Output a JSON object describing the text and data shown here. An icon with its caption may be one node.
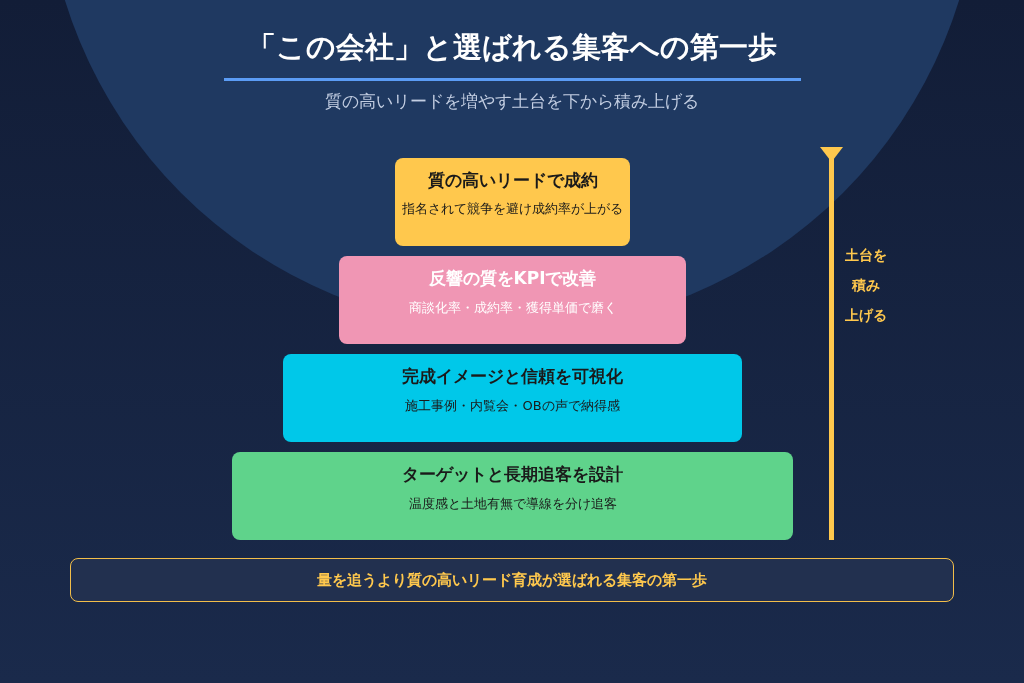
{
  "diagram": {
    "title": "「この会社」と選ばれる集客への第一歩",
    "nodes": [
      {
        "text": [
          "質の高いリードで成約",
          "指名されて競争を避け成約率が上がる"
        ]
      },
      {
        "text": [
          "反響の質をKPIで改善",
          "商談化率・成約率・獲得単価で磨く"
        ]
      },
      {
        "text": [
          "完成イメージと信頼を可視化",
          "施工事例・内覧会・OBの声で納得感"
        ]
      },
      {
        "text": [
          "ターゲットと長期追客を設計",
          "温度感と土地有無で導線を分け追客"
        ]
      },
      {
        "text": [
          "量を追うより質の高いリード育成が選ばれる集客の第一歩"
        ]
      }
    ],
    "labels": [
      "質の高いリードを増やす土台を下から積み上げる",
      "土台を",
      "積み",
      "上げる"
    ]
  }
}
